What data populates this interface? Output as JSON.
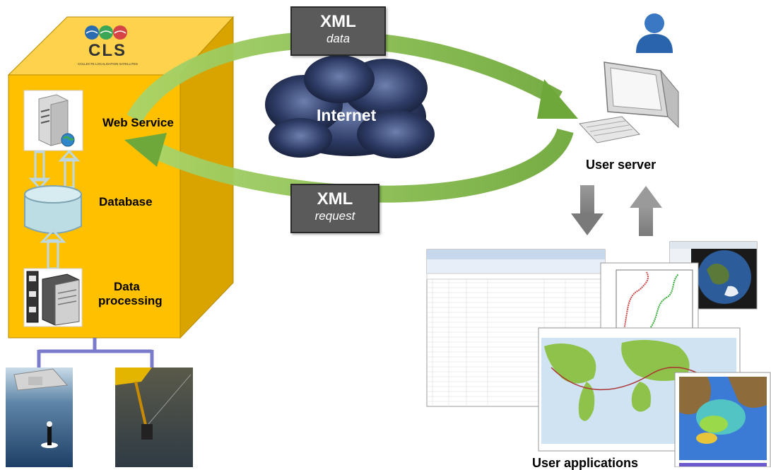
{
  "logo": {
    "name": "CLS",
    "tagline": "COLLECTE LOCALISATION SATELLITES"
  },
  "left_box": {
    "web_service": "Web Service",
    "database": "Database",
    "data_processing_line1": "Data",
    "data_processing_line2": "processing"
  },
  "xml_top": {
    "title": "XML",
    "subtitle": "data"
  },
  "xml_bottom": {
    "title": "XML",
    "subtitle": "request"
  },
  "internet": "Internet",
  "user_server": "User server",
  "user_applications": "User applications",
  "colors": {
    "box_front": "#ffc000",
    "box_top": "#ffd24d",
    "box_side": "#d9a400",
    "arrow_green": "#8cc04a",
    "xml_box": "#5a5a5a",
    "cloud": "#1e2a4a",
    "gray_arrow": "#8a8a8a"
  }
}
